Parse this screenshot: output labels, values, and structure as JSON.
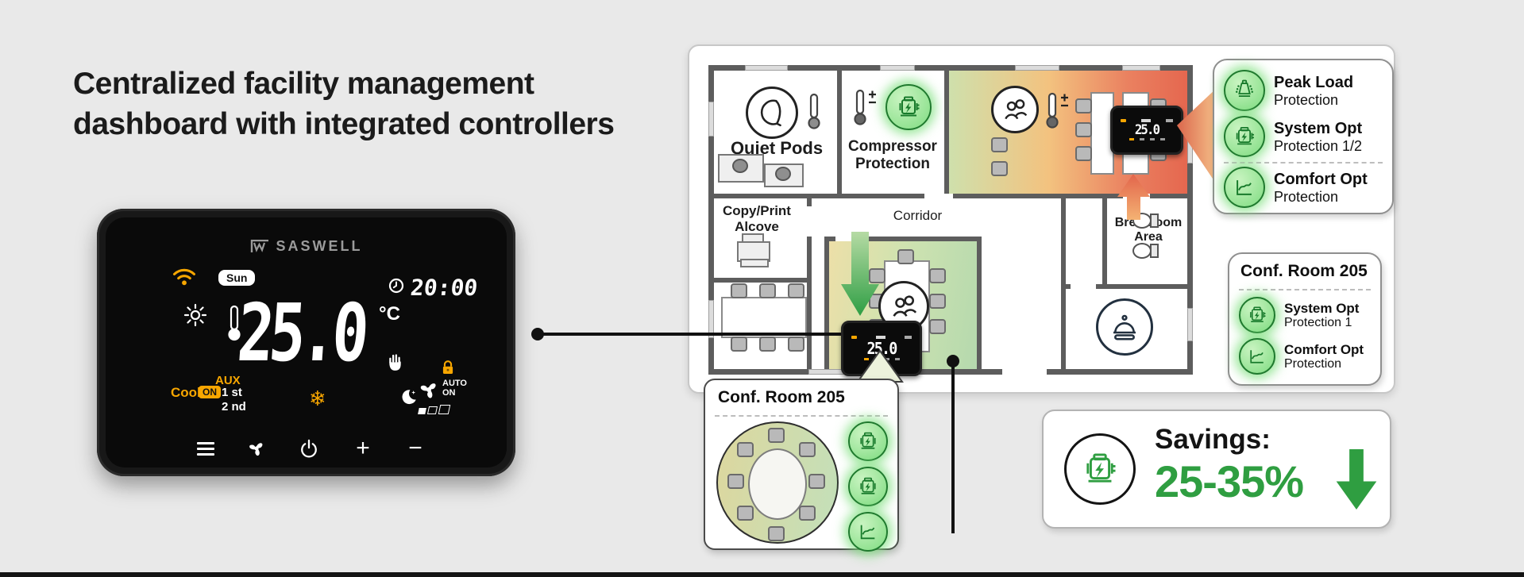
{
  "headline": {
    "line1": "Centralized facility management",
    "line2": "dashboard with integrated controllers"
  },
  "thermostat": {
    "brand": "SASWELL",
    "day": "Sun",
    "time": "20:00",
    "temperature": "25.0",
    "unit": "°C",
    "cool_label": "Cool",
    "on_badge": "ON",
    "aux_label": "AUX",
    "stage_1": "1 st",
    "stage_2": "2 nd",
    "fan_auto": "AUTO",
    "fan_on": "ON",
    "snowflake_glyph": "❄",
    "plus": "+",
    "minus": "−"
  },
  "floor_plan": {
    "rooms": {
      "quiet_pods": "Quiet Pods",
      "compressor_line1": "Compressor",
      "compressor_line2": "Protection",
      "copy_print_line1": "Copy/Print",
      "copy_print_line2": "Alcove",
      "corridor": "Corridor",
      "breakroom_line1": "Breakroom",
      "breakroom_line2": "Area"
    },
    "mini_display": "25.0"
  },
  "panel_peak": {
    "items": [
      {
        "title": "Peak Load",
        "subtitle": "Protection",
        "icon": "peak-load-icon"
      },
      {
        "title": "System Opt",
        "subtitle": "Protection 1/2",
        "icon": "compressor-icon"
      },
      {
        "title": "Comfort Opt",
        "subtitle": "Protection",
        "icon": "comfort-chart-icon"
      }
    ]
  },
  "panel_room": {
    "title": "Conf. Room 205",
    "items": [
      {
        "title": "System Opt",
        "subtitle": "Protection 1",
        "icon": "compressor-icon"
      },
      {
        "title": "Comfort Opt",
        "subtitle": "Protection",
        "icon": "comfort-chart-icon"
      }
    ]
  },
  "room_bubble": {
    "title": "Conf. Room 205",
    "icons": [
      "compressor-icon",
      "compressor-icon",
      "comfort-chart-icon"
    ]
  },
  "savings": {
    "label": "Savings:",
    "value": "25-35%"
  },
  "colors": {
    "accent_orange": "#f7a600",
    "green": "#2f9e41",
    "green_glow": "#7fdc81",
    "warm_red": "#e5674f",
    "warm_yellow": "#f3c27f",
    "cool_green": "#b5d9ae",
    "background": "#e9e9e9"
  }
}
